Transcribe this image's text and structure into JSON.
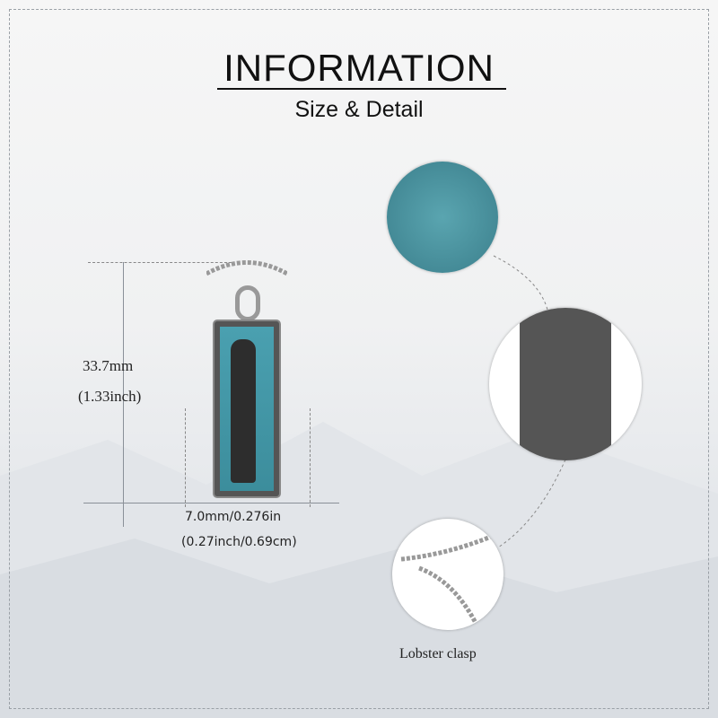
{
  "header": {
    "title": "INFORMATION",
    "subtitle": "Size & Detail"
  },
  "dimensions": {
    "height_mm": "33.7mm",
    "height_inch": "(1.33inch)",
    "width_line1": "7.0mm/0.276in",
    "width_line2": "(0.27inch/0.69cm)"
  },
  "details": {
    "clasp_label": "Lobster clasp"
  }
}
